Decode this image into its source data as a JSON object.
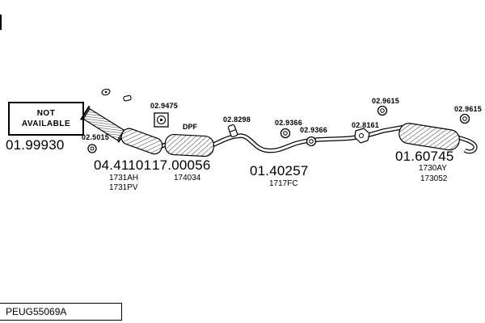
{
  "not_available": {
    "line1": "NOT",
    "line2": "AVAILABLE"
  },
  "dpf_label": "DPF",
  "footer": {
    "code": "PEUG55069A"
  },
  "main_parts": {
    "front_pipe": {
      "number": "01.99930"
    },
    "catalyst": {
      "number": "04.41101",
      "variant1": "1731AH",
      "variant2": "1731PV"
    },
    "dpf": {
      "number": "17.00056",
      "variant1": "174034"
    },
    "mid_pipe": {
      "number": "01.40257",
      "variant1": "1717FC"
    },
    "rear_muffler": {
      "number": "01.60745",
      "variant1": "1730AY",
      "variant2": "173052"
    }
  },
  "small_parts": {
    "gasket_front": "02.5015",
    "gasket_cat": "02.9475",
    "clamp_mid": "02.8298",
    "hanger_mid_1": "02.9366",
    "hanger_mid_2": "02.9366",
    "bracket_rear": "02.8161",
    "hanger_rear_1": "02.9615",
    "hanger_rear_2": "02.9615"
  },
  "colors": {
    "ink": "#000000",
    "background": "#ffffff"
  }
}
